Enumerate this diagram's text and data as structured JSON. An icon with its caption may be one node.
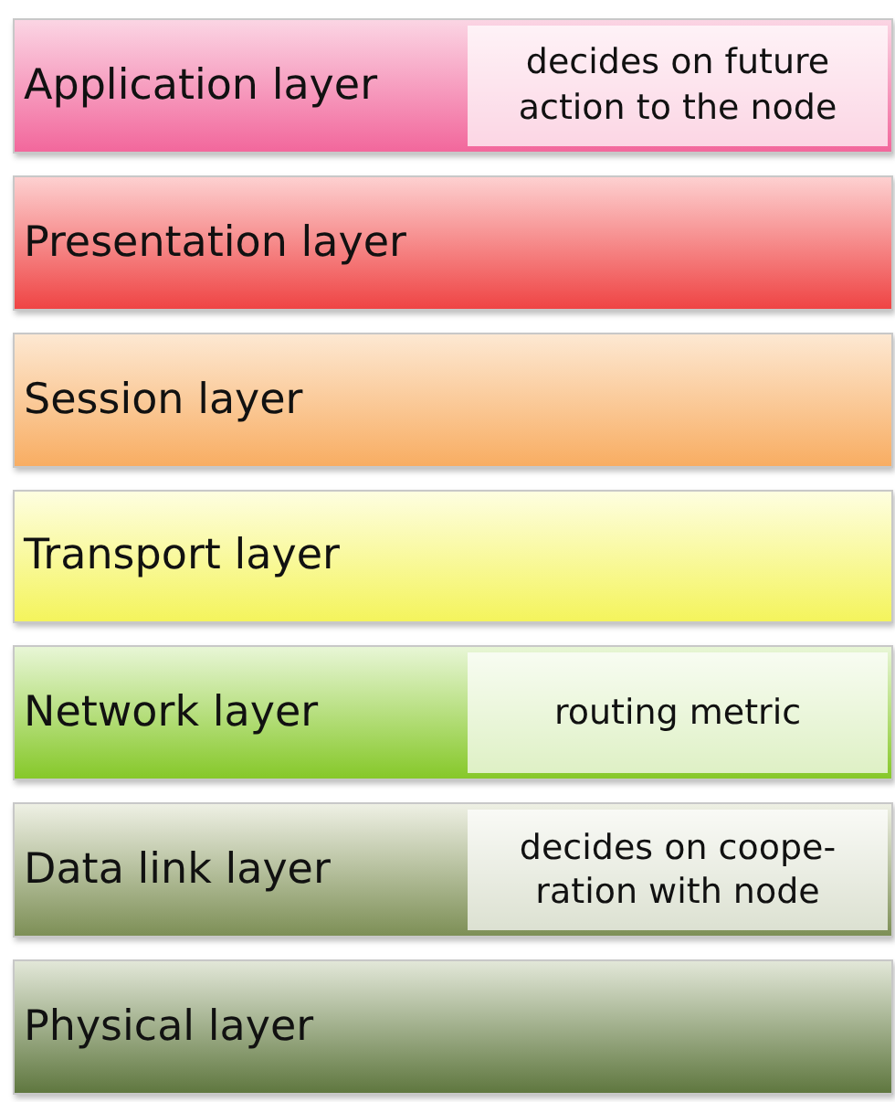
{
  "diagram": {
    "nodes": [
      {
        "text": [
          "Application layer"
        ]
      },
      {
        "text": [
          "decides on future action to the node"
        ],
        "in": 0
      },
      {
        "text": [
          "Presentation layer"
        ]
      },
      {
        "text": [
          "Session layer"
        ]
      },
      {
        "text": [
          "Transport layer"
        ]
      },
      {
        "text": [
          "Network layer"
        ]
      },
      {
        "text": [
          "routing metric"
        ],
        "in": 5
      },
      {
        "text": [
          "Data link layer"
        ]
      },
      {
        "text": [
          "decides on coope-ration with node"
        ],
        "in": 7
      },
      {
        "text": [
          "Physical layer"
        ]
      }
    ]
  }
}
